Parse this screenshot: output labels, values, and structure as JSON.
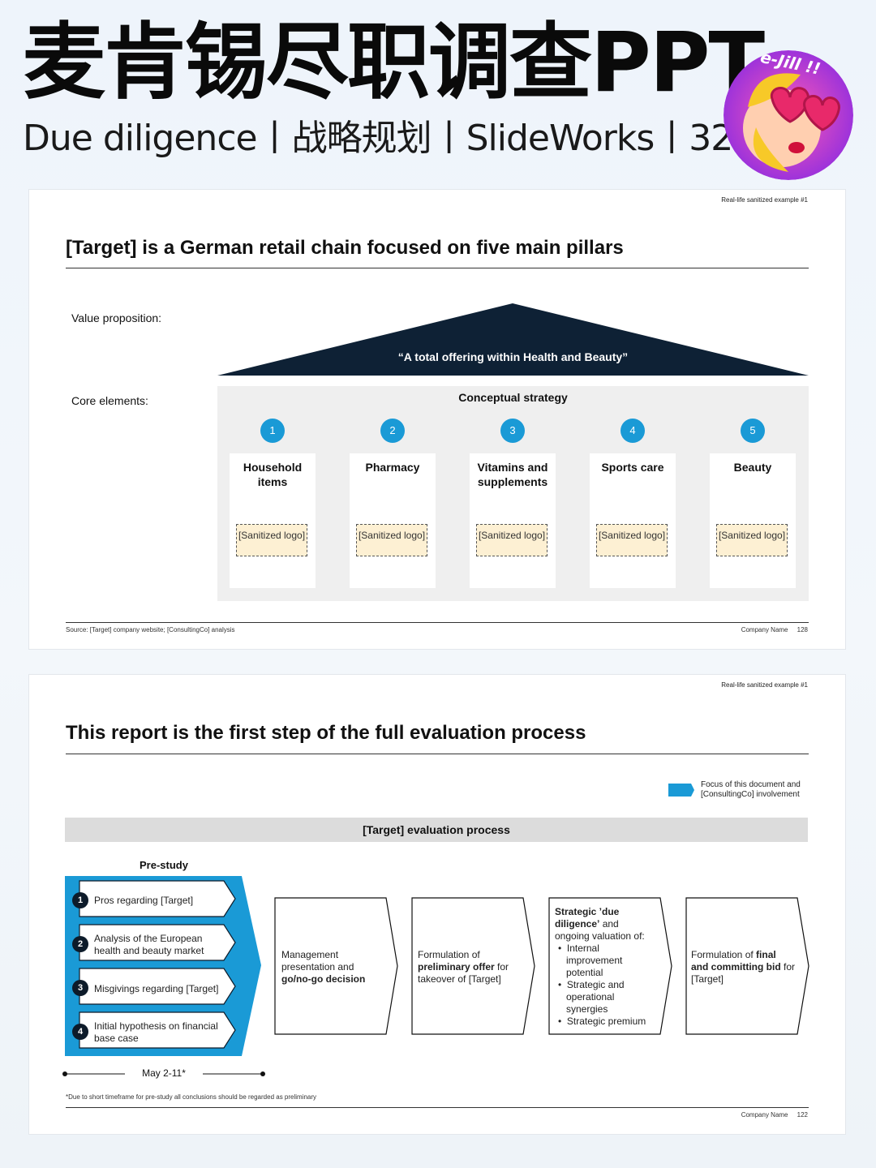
{
  "header": {
    "title": "麦肯锡尽职调查PPT",
    "subtitle": "Due diligence丨战略规划丨SlideWorks丨329页",
    "avatar_text": "e-Jill !!"
  },
  "slide1": {
    "tag": "Real-life sanitized example #1",
    "title": "[Target] is a German retail chain focused on five main pillars",
    "value_prop_label": "Value proposition:",
    "roof_text": "“A total offering within Health and Beauty”",
    "core_label": "Core elements:",
    "panel_title": "Conceptual strategy",
    "pillars": [
      {
        "num": "1",
        "name": "Household items",
        "logo": "[Sanitized logo]"
      },
      {
        "num": "2",
        "name": "Pharmacy",
        "logo": "[Sanitized logo]"
      },
      {
        "num": "3",
        "name": "Vitamins and supplements",
        "logo": "[Sanitized logo]"
      },
      {
        "num": "4",
        "name": "Sports care",
        "logo": "[Sanitized logo]"
      },
      {
        "num": "5",
        "name": "Beauty",
        "logo": "[Sanitized logo]"
      }
    ],
    "source": "Source: [Target] company website; [ConsultingCo] analysis",
    "company": "Company Name",
    "page": "128"
  },
  "slide2": {
    "tag": "Real-life sanitized example #1",
    "title": "This report is the first step of the full evaluation process",
    "legend": "Focus of this document and [ConsultingCo] involvement",
    "band": "[Target] evaluation process",
    "prestudy": "Pre-study",
    "items": [
      {
        "num": "1",
        "text": "Pros regarding [Target]"
      },
      {
        "num": "2",
        "text": "Analysis of the European health and beauty market"
      },
      {
        "num": "3",
        "text": "Misgivings regarding [Target]"
      },
      {
        "num": "4",
        "text": "Initial hypothesis on financial base case"
      }
    ],
    "steps": {
      "s1_a": "Management presentation and",
      "s1_b": "go/no-go decision",
      "s2_a": "Formulation of",
      "s2_b": "preliminary offer",
      "s2_c": " for takeover of [Target]",
      "s3_b": "Strategic ’due diligence’",
      "s3_a": " and ongoing valuation of:",
      "s3_bullets": [
        "Internal improvement potential",
        "Strategic and operational synergies",
        "Strategic premium"
      ],
      "s4_a": "Formulation of ",
      "s4_b": "final and committing bid",
      "s4_c": " for [Target]"
    },
    "date": "May 2-11*",
    "note": "*Due to short timeframe for pre-study all conclusions should be regarded as preliminary",
    "company": "Company Name",
    "page": "122"
  }
}
